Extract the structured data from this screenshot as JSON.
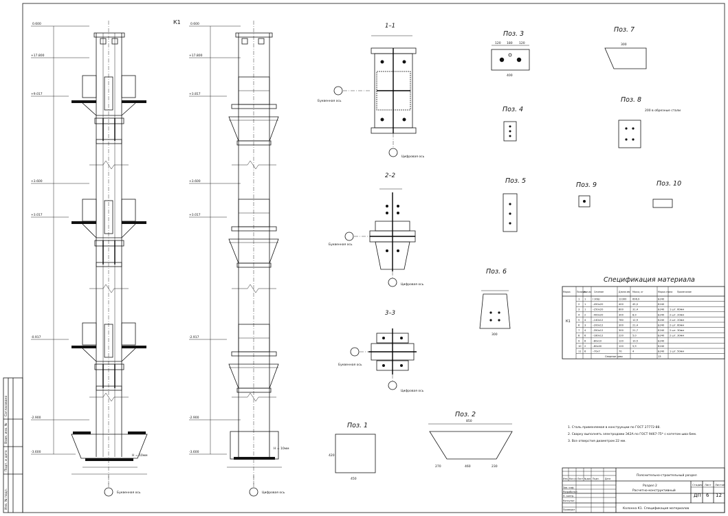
{
  "sheet": {
    "column_mark": "К1",
    "left_elevations": [
      "0.600",
      "+17.800",
      "+9.017",
      "+3.600",
      "+3.017",
      "-0.917",
      "-2.900",
      "-3.600"
    ],
    "right_elevations": [
      "0.600",
      "+17.800",
      "+3.817",
      "+3.600",
      "+3.017",
      "-2.917",
      "-2.900",
      "-3.600"
    ],
    "axis_labels": {
      "left": "Буквенная ось",
      "right": "Цифровая ось"
    },
    "weld_note": "Н = 10мм"
  },
  "sections": {
    "s1": {
      "title": "1–1",
      "axis_a": "Буквенная ось",
      "axis_b": "Цифровая ось"
    },
    "s2": {
      "title": "2–2",
      "axis_a": "Буквенная ось",
      "axis_b": "Цифровая ось"
    },
    "s3": {
      "title": "3–3",
      "axis_a": "Буквенная ось",
      "axis_b": "Цифровая ось"
    }
  },
  "positions": {
    "p1": {
      "title": "Поз. 1",
      "w": "450",
      "h": "420"
    },
    "p2": {
      "title": "Поз. 2",
      "top": "850",
      "bottom": [
        "270",
        "460",
        "230"
      ]
    },
    "p3": {
      "title": "Поз. 3",
      "w": "400",
      "dims": [
        "120",
        "180",
        "120"
      ]
    },
    "p4": {
      "title": "Поз. 4"
    },
    "p5": {
      "title": "Поз. 5"
    },
    "p6": {
      "title": "Поз. 6",
      "w": "300"
    },
    "p7": {
      "title": "Поз. 7",
      "w": "300"
    },
    "p8": {
      "title": "Поз. 8",
      "note": "200 в обрезные стали"
    },
    "p9": {
      "title": "Поз. 9"
    },
    "p10": {
      "title": "Поз. 10"
    }
  },
  "spec": {
    "title": "Спецификация материала",
    "headers": [
      "Марка",
      "Позиция",
      "Кол-во",
      "Сечение",
      "Длина мм",
      "Масса, кг",
      "Марка стали",
      "Примечание"
    ],
    "mark": "К1",
    "rows": [
      [
        "1",
        "1",
        "I 30Ш",
        "12300",
        "696,9",
        "Б240",
        ""
      ],
      [
        "2",
        "1",
        "–450х20",
        "400",
        "45,0",
        "Б240",
        ""
      ],
      [
        "3",
        "1",
        "–250х20",
        "800",
        "31,4",
        "Б240",
        "1 шт. 60мм"
      ],
      [
        "4",
        "2",
        "–400х20",
        "300",
        "8,9",
        "Б240",
        "2 шт. 20мм"
      ],
      [
        "5",
        "4",
        "–140х12",
        "780",
        "12,9",
        "Б240",
        "2 шт. 20мм"
      ],
      [
        "6",
        "3",
        "–200х12",
        "300",
        "21,4",
        "Б240",
        "2 шт. 60мм"
      ],
      [
        "7",
        "4",
        "–350х12",
        "300",
        "21,7",
        "Б240",
        "2 шт. 30мм"
      ],
      [
        "8",
        "6",
        "–180х12",
        "220",
        "5,0",
        "Б240",
        "2 шт. 30мм"
      ],
      [
        "9",
        "6",
        "–80х10",
        "120",
        "10,5",
        "Б240",
        ""
      ],
      [
        "10",
        "2",
        "–60х40",
        "120",
        "5,9",
        "Б240",
        ""
      ],
      [
        "11",
        "6",
        "–70х7",
        "70",
        "4",
        "Б240",
        "1 шт. 50мм"
      ]
    ],
    "total_label": "Сварные швы",
    "total_value": "13"
  },
  "notes": [
    "1. Сталь применяемая в конструкции по ГОСТ 27772-88.",
    "2. Сварку выполнять электродами Э42А по ГОСТ 9467-75* с катетом шва 6мм.",
    "3. Все отверстия диаметром 22 мм."
  ],
  "title_block": {
    "main_title": "Пояснительно-строительный раздел",
    "section": "Раздел 2",
    "subtitle": "Расчетно-конструктивный",
    "drawing": "Колонна К1. Спецификация материалов",
    "stage_label": "Стадия",
    "sheet_label": "Лист",
    "sheets_label": "Листов",
    "stage": "ДП",
    "sheet": "6",
    "sheets": "12",
    "col_headers": [
      "Изм.",
      "Кол.уч",
      "Лист",
      "№док",
      "Подп.",
      "Дата"
    ],
    "roles": [
      "Зав. каф.",
      "Разработал",
      "Н. контр.",
      "Консульт.",
      "Проверил"
    ],
    "side_stamp": [
      "Инв. № подл.",
      "Подп. и дата",
      "Взам. инв. №",
      "Согласовано"
    ]
  }
}
